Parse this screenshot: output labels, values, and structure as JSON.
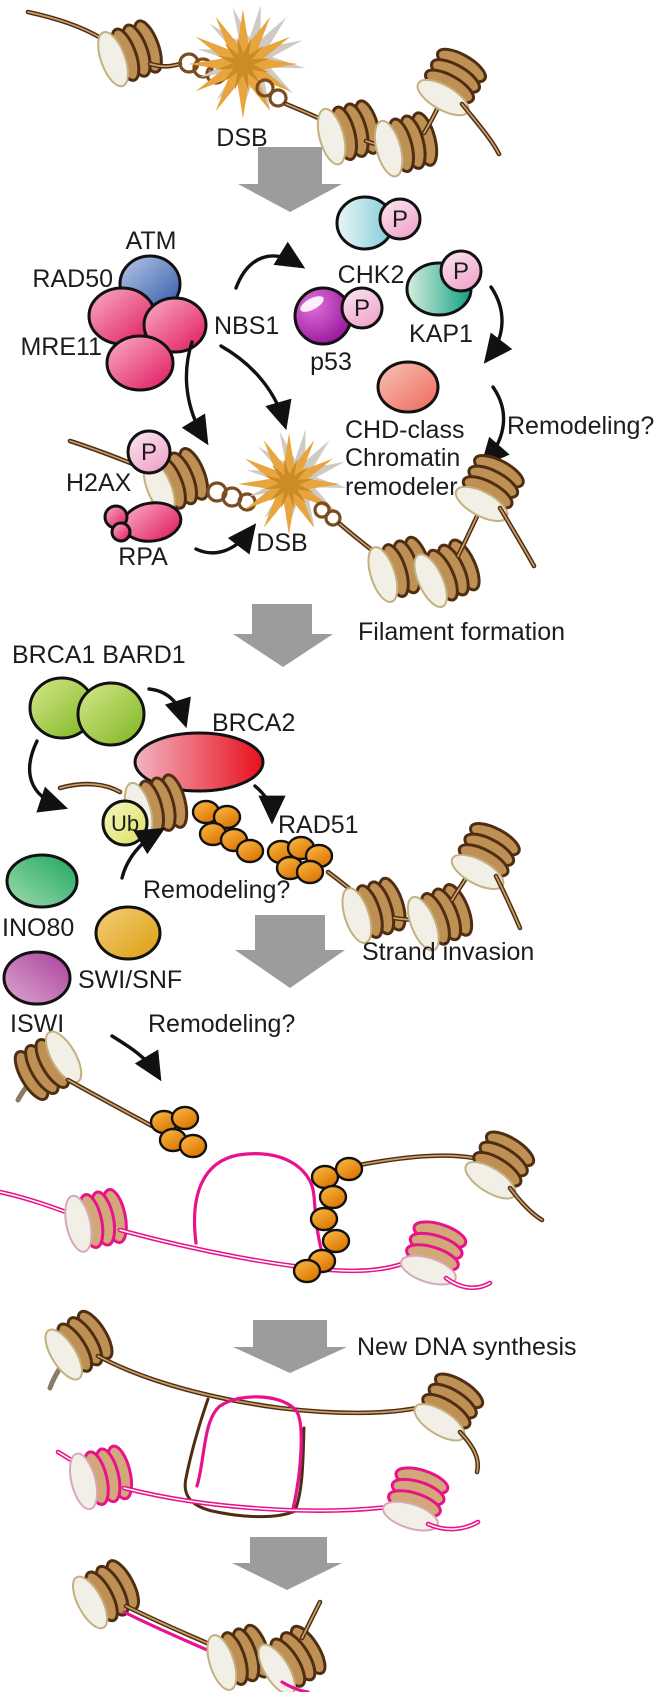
{
  "molecules": {
    "atm": "ATM",
    "rad50": "RAD50",
    "mre11": "MRE11",
    "nbs1": "NBS1",
    "chk2": "CHK2",
    "kap1": "KAP1",
    "p53": "p53",
    "phospho": "P",
    "h2ax": "H2AX",
    "rpa": "RPA",
    "ub": "Ub",
    "brca1_bard1": "BRCA1 BARD1",
    "brca2": "BRCA2",
    "rad51": "RAD51",
    "ino80": "INO80",
    "swi_snf": "SWI/SNF",
    "iswi": "ISWI",
    "chd_remodeler_lines": [
      "CHD-class",
      "Chromatin",
      "remodeler"
    ]
  },
  "annotations": {
    "dsb_top": "DSB",
    "dsb_mid": "DSB",
    "remodeling_q1": "Remodeling?",
    "remodeling_q2": "Remodeling?",
    "remodeling_q3": "Remodeling?"
  },
  "steps": {
    "filament_formation": "Filament formation",
    "strand_invasion": "Strand invasion",
    "new_dna_synthesis": "New DNA synthesis"
  },
  "colors": {
    "dna_brown": "#4f2d13",
    "dna_tan": "#c9a06a",
    "homolog_pink": "#e8128c",
    "nucleosome_face": "#f2efe7",
    "burst_orange": "#e8a53d",
    "arrow_gray": "#9c9c9c",
    "atm_blue": "#2e57a8",
    "mrn_pink": "#e0145e",
    "chk2_cyan": "#8fd0dc",
    "kap1_teal": "#12a184",
    "p53_purple": "#90109a",
    "phospho_pink": "#f2a8cc",
    "chd_salmon": "#ed685a",
    "brca1_green": "#7db51f",
    "brca2_red": "#e90f1c",
    "ub_yellow": "#e0e068",
    "rad51_orange": "#e67e00",
    "ino80_green": "#1ea561",
    "swisnf_gold": "#dd9d0e",
    "iswi_purple": "#ab3f9d"
  }
}
